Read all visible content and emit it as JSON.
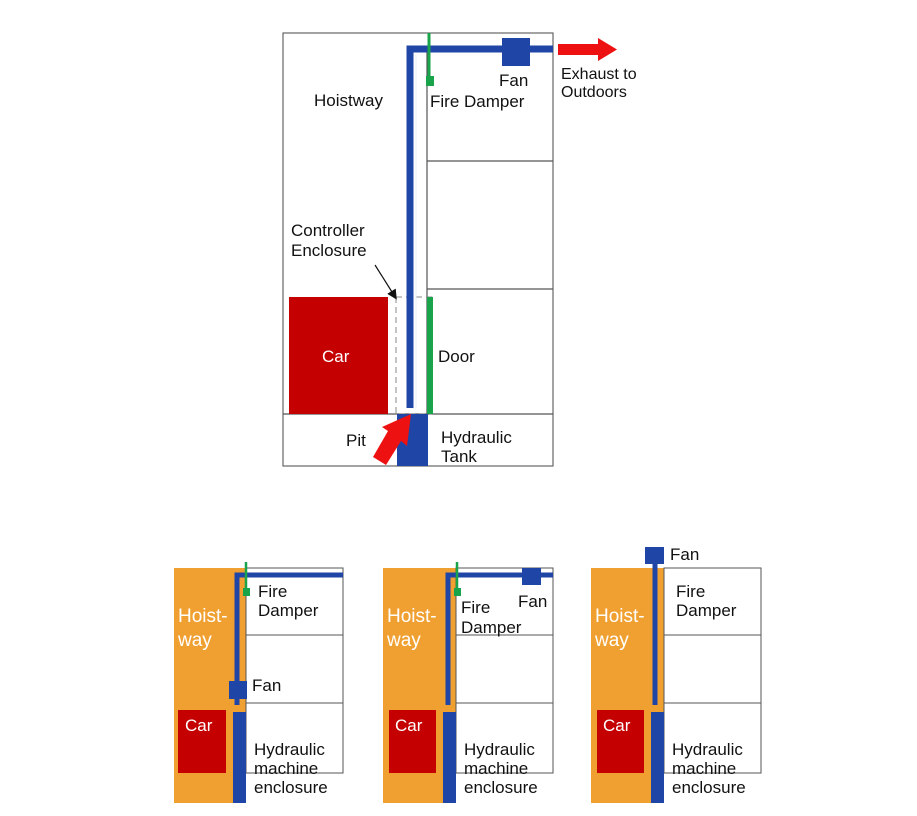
{
  "colors": {
    "duct": "#1f45a6",
    "damper": "#19a34a",
    "car": "#c40000",
    "exhaust_arrow": "#ee1111",
    "hoistway_fill": "#f0a030",
    "outline": "#555555"
  },
  "main": {
    "hoistway": "Hoistway",
    "fan": "Fan",
    "exhaust_line1": "Exhaust to",
    "exhaust_line2": "Outdoors",
    "fire_damper": "Fire Damper",
    "controller_line1": "Controller",
    "controller_line2": "Enclosure",
    "car": "Car",
    "door": "Door",
    "pit": "Pit",
    "tank_line1": "Hydraulic",
    "tank_line2": "Tank"
  },
  "variants": [
    {
      "hoist_line1": "Hoist-",
      "hoist_line2": "way",
      "damper_line1": "Fire",
      "damper_line2": "Damper",
      "fan": "Fan",
      "car": "Car",
      "machine_line1": "Hydraulic",
      "machine_line2": "machine",
      "machine_line3": "enclosure"
    },
    {
      "hoist_line1": "Hoist-",
      "hoist_line2": "way",
      "damper_line1": "Fire",
      "damper_line2": "Damper",
      "fan": "Fan",
      "car": "Car",
      "machine_line1": "Hydraulic",
      "machine_line2": "machine",
      "machine_line3": "enclosure"
    },
    {
      "hoist_line1": "Hoist-",
      "hoist_line2": "way",
      "damper_line1": "Fire",
      "damper_line2": "Damper",
      "fan": "Fan",
      "car": "Car",
      "machine_line1": "Hydraulic",
      "machine_line2": "machine",
      "machine_line3": "enclosure"
    }
  ]
}
